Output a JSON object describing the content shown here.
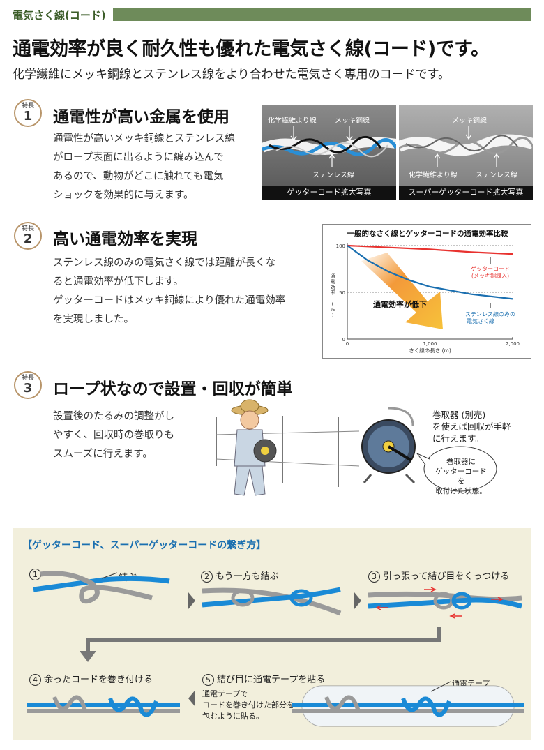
{
  "header": {
    "label": "電気さく線(コード)"
  },
  "title": "通電効率が良く耐久性も優れた電気さく線(コード)です。",
  "subtitle": "化学繊維にメッキ銅線とステンレス線をより合わせた電気さく専用のコードです。",
  "features": [
    {
      "badge_label": "特長",
      "badge_num": "1",
      "title": "通電性が高い金属を使用",
      "text_lines": [
        "通電性が高いメッキ銅線とステンレス線",
        "がロープ表面に出るように編み込んで",
        "あるので、動物がどこに触れても電気",
        "ショックを効果的に与えます。"
      ]
    },
    {
      "badge_label": "特長",
      "badge_num": "2",
      "title": "高い通電効率を実現",
      "text_lines": [
        "ステンレス線のみの電気さく線では距離が長くな",
        "ると通電効率が低下します。",
        "ゲッターコードはメッキ銅線により優れた通電効率",
        "を実現しました。"
      ]
    },
    {
      "badge_label": "特長",
      "badge_num": "3",
      "title": "ロープ状なので設置・回収が簡単",
      "text_lines": [
        "設置後のたるみの調整がし",
        "やすく、回収時の巻取りも",
        "スムーズに行えます。"
      ]
    }
  ],
  "photos": [
    {
      "caption": "ゲッターコード拡大写真",
      "labels": [
        "化学繊維より線",
        "メッキ銅線",
        "ステンレス線"
      ]
    },
    {
      "caption": "スーパーゲッターコード拡大写真",
      "labels": [
        "メッキ銅線",
        "化学繊維より線",
        "ステンレス線"
      ]
    }
  ],
  "reel": {
    "text_lines": [
      "巻取器 (別売)",
      "を使えば回収が手軽",
      "に行えます。"
    ],
    "bubble_lines": [
      "巻取器に",
      "ゲッターコードを",
      "取付けた状態。"
    ]
  },
  "chart_data": {
    "type": "line",
    "title": "一般的なさく線とゲッターコードの通電効率比較",
    "xlabel": "さく線の長さ (m)",
    "ylabel": "通電効率 (%)",
    "xlim": [
      0,
      2000
    ],
    "ylim": [
      0,
      100
    ],
    "x_ticks": [
      "0",
      "1,000",
      "2,000"
    ],
    "y_ticks": [
      "0",
      "50",
      "100"
    ],
    "series": [
      {
        "name": "ゲッターコード(メッキ銅線入)",
        "color": "#e8322f",
        "x": [
          0,
          500,
          1000,
          1500,
          2000
        ],
        "values": [
          100,
          98,
          96,
          93,
          91
        ]
      },
      {
        "name": "ステンレス線のみの電気さく線",
        "color": "#1a6fb0",
        "x": [
          0,
          250,
          500,
          750,
          1000,
          1500,
          2000
        ],
        "values": [
          100,
          84,
          72,
          63,
          56,
          48,
          43
        ]
      }
    ],
    "annotation": "通電効率が低下",
    "series_labels": [
      [
        "ゲッターコード",
        "(メッキ銅線入)"
      ],
      [
        "ステンレス線のみの",
        "電気さく線"
      ]
    ]
  },
  "howto": {
    "title": "【ゲッターコード、スーパーゲッターコードの繋ぎ方】",
    "steps": [
      {
        "num": "1",
        "text": ""
      },
      {
        "num": "2",
        "text": "もう一方も結ぶ"
      },
      {
        "num": "3",
        "text": "引っ張って結び目をくっつける"
      },
      {
        "num": "4",
        "text": "余ったコードを巻き付ける"
      },
      {
        "num": "5",
        "text": "結び目に通電テープを貼る"
      }
    ],
    "knot_label": "結ぶ",
    "tape_label": "通電テープ",
    "tape_note_lines": [
      "通電テープで",
      "コードを巻き付けた部分を",
      "包むように貼る。"
    ]
  },
  "colors": {
    "accent_green": "#6e8b5a",
    "blue": "#1a6fb0",
    "red": "#e8322f",
    "gray_cord": "#9a9a9a"
  }
}
